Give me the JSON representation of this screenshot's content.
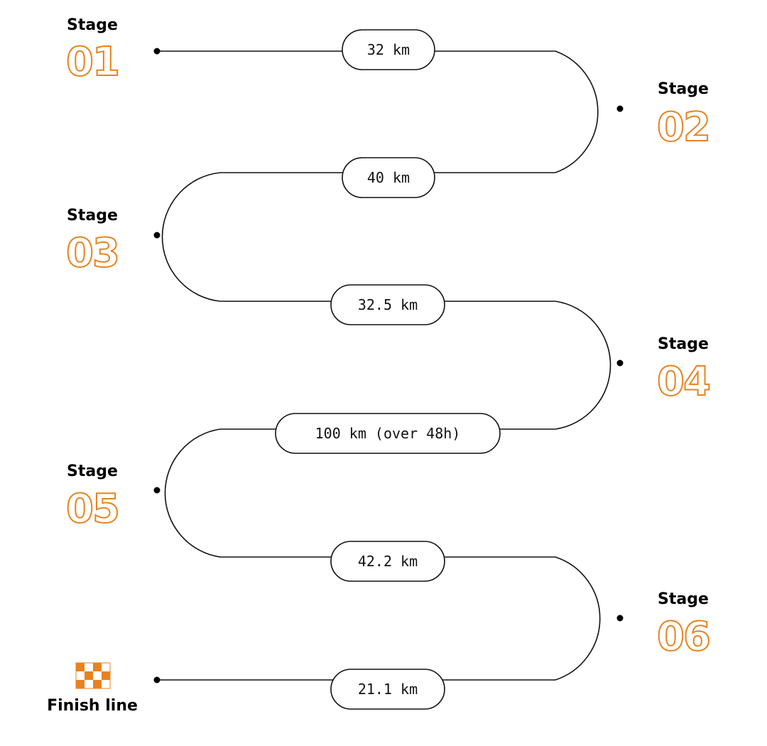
{
  "stages": [
    {
      "label": "Stage",
      "number": "01"
    },
    {
      "label": "Stage",
      "number": "02"
    },
    {
      "label": "Stage",
      "number": "03"
    },
    {
      "label": "Stage",
      "number": "04"
    },
    {
      "label": "Stage",
      "number": "05"
    },
    {
      "label": "Stage",
      "number": "06"
    }
  ],
  "legs": [
    {
      "distance": "32 km"
    },
    {
      "distance": "40 km"
    },
    {
      "distance": "32.5 km"
    },
    {
      "distance": "100 km (over 48h)"
    },
    {
      "distance": "42.2 km"
    },
    {
      "distance": "21.1 km"
    }
  ],
  "finish": {
    "label": "Finish line",
    "icon": "checkered-flag-icon"
  },
  "colors": {
    "accent": "#e8821f",
    "line": "#111111"
  }
}
